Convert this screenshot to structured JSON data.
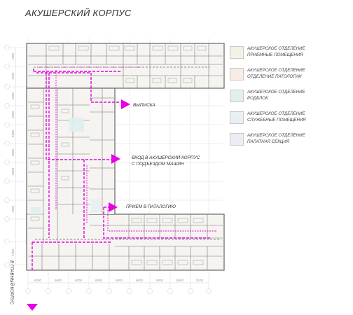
{
  "title": "АКУШЕРСКИЙ КОРПУС",
  "legend": [
    {
      "text": "АКУШЕРСКОЕ ОТДЕЛЕНИЕ\nПРИЕМНЫЕ ПОМЕЩЕНИЯ",
      "color": "#f4f1e6",
      "icon": "swatch-admission"
    },
    {
      "text": "АКУШЕРСКОЕ ОТДЕЛЕНИЕ\nОТДЕЛЕНИЕ ПАТОЛОГИИ",
      "color": "#f7ece6",
      "icon": "swatch-pathology"
    },
    {
      "text": "АКУШЕРСКОЕ ОТДЕЛЕНИЕ\nРОДБЛОК",
      "color": "#dff0ee",
      "icon": "swatch-delivery"
    },
    {
      "text": "АКУШЕРСКОЕ ОТДЕЛЕНИЕ\nСЛУЖЕБНЫЕ ПОМЕЩЕНИЯ",
      "color": "#e8f0f3",
      "icon": "swatch-service"
    },
    {
      "text": "АКУШЕРСКОЕ ОТДЕЛЕНИЕ\nПАЛАТНАЯ СЕКЦИЯ",
      "color": "#efebf3",
      "icon": "swatch-ward"
    }
  ],
  "labels": {
    "discharge": "ВЫПИСКА",
    "entrance": "ВХОД В АКУШЕРСКИЙ КОРПУС\nС ПОДЪЕЗДОМ МАШИН",
    "pathology_admission": "ПРИЕМ В ПАТАЛОГИЮ",
    "main_building": "В ГЛАВНЫЙ КОРПУС"
  },
  "dimensions": {
    "left": [
      "7200",
      "7200",
      "6600",
      "6600",
      "6600",
      "6600",
      "6600",
      "7200",
      "7200"
    ],
    "bottom": [
      "6000",
      "6600",
      "6000",
      "6600",
      "6000",
      "6600",
      "6000",
      "6600",
      "5100"
    ]
  },
  "accent_color": "#e600e6"
}
